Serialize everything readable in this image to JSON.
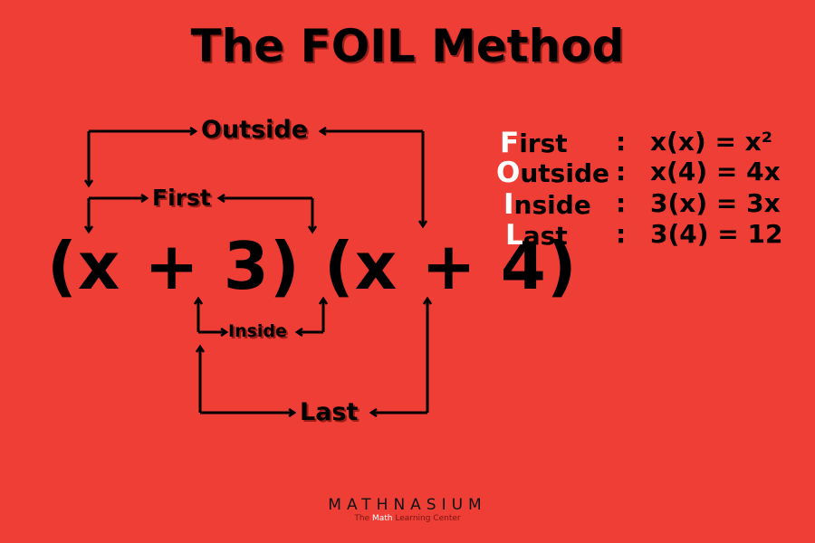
{
  "title": "The FOIL Method",
  "diagram": {
    "expression": "(x + 3) (x + 4)",
    "labels": {
      "outside": "Outside",
      "first": "First",
      "inside": "Inside",
      "last": "Last"
    }
  },
  "table": {
    "rows": [
      {
        "initial": "F",
        "rest": "irst",
        "colon": ":",
        "result": "x(x) = x²"
      },
      {
        "initial": "O",
        "rest": "utside",
        "colon": ":",
        "result": "x(4) = 4x"
      },
      {
        "initial": "I",
        "rest": "nside",
        "colon": ":",
        "result": "3(x) = 3x"
      },
      {
        "initial": "L",
        "rest": "ast",
        "colon": ":",
        "result": "3(4) = 12"
      }
    ]
  },
  "logo": {
    "name": "MATHNASIUM",
    "tagline_pre": "The ",
    "tagline_hl": "Math",
    "tagline_post": " Learning Center"
  },
  "colors": {
    "background": "#ee3e36",
    "text": "#000000",
    "initial_highlight": "#ffffff"
  }
}
